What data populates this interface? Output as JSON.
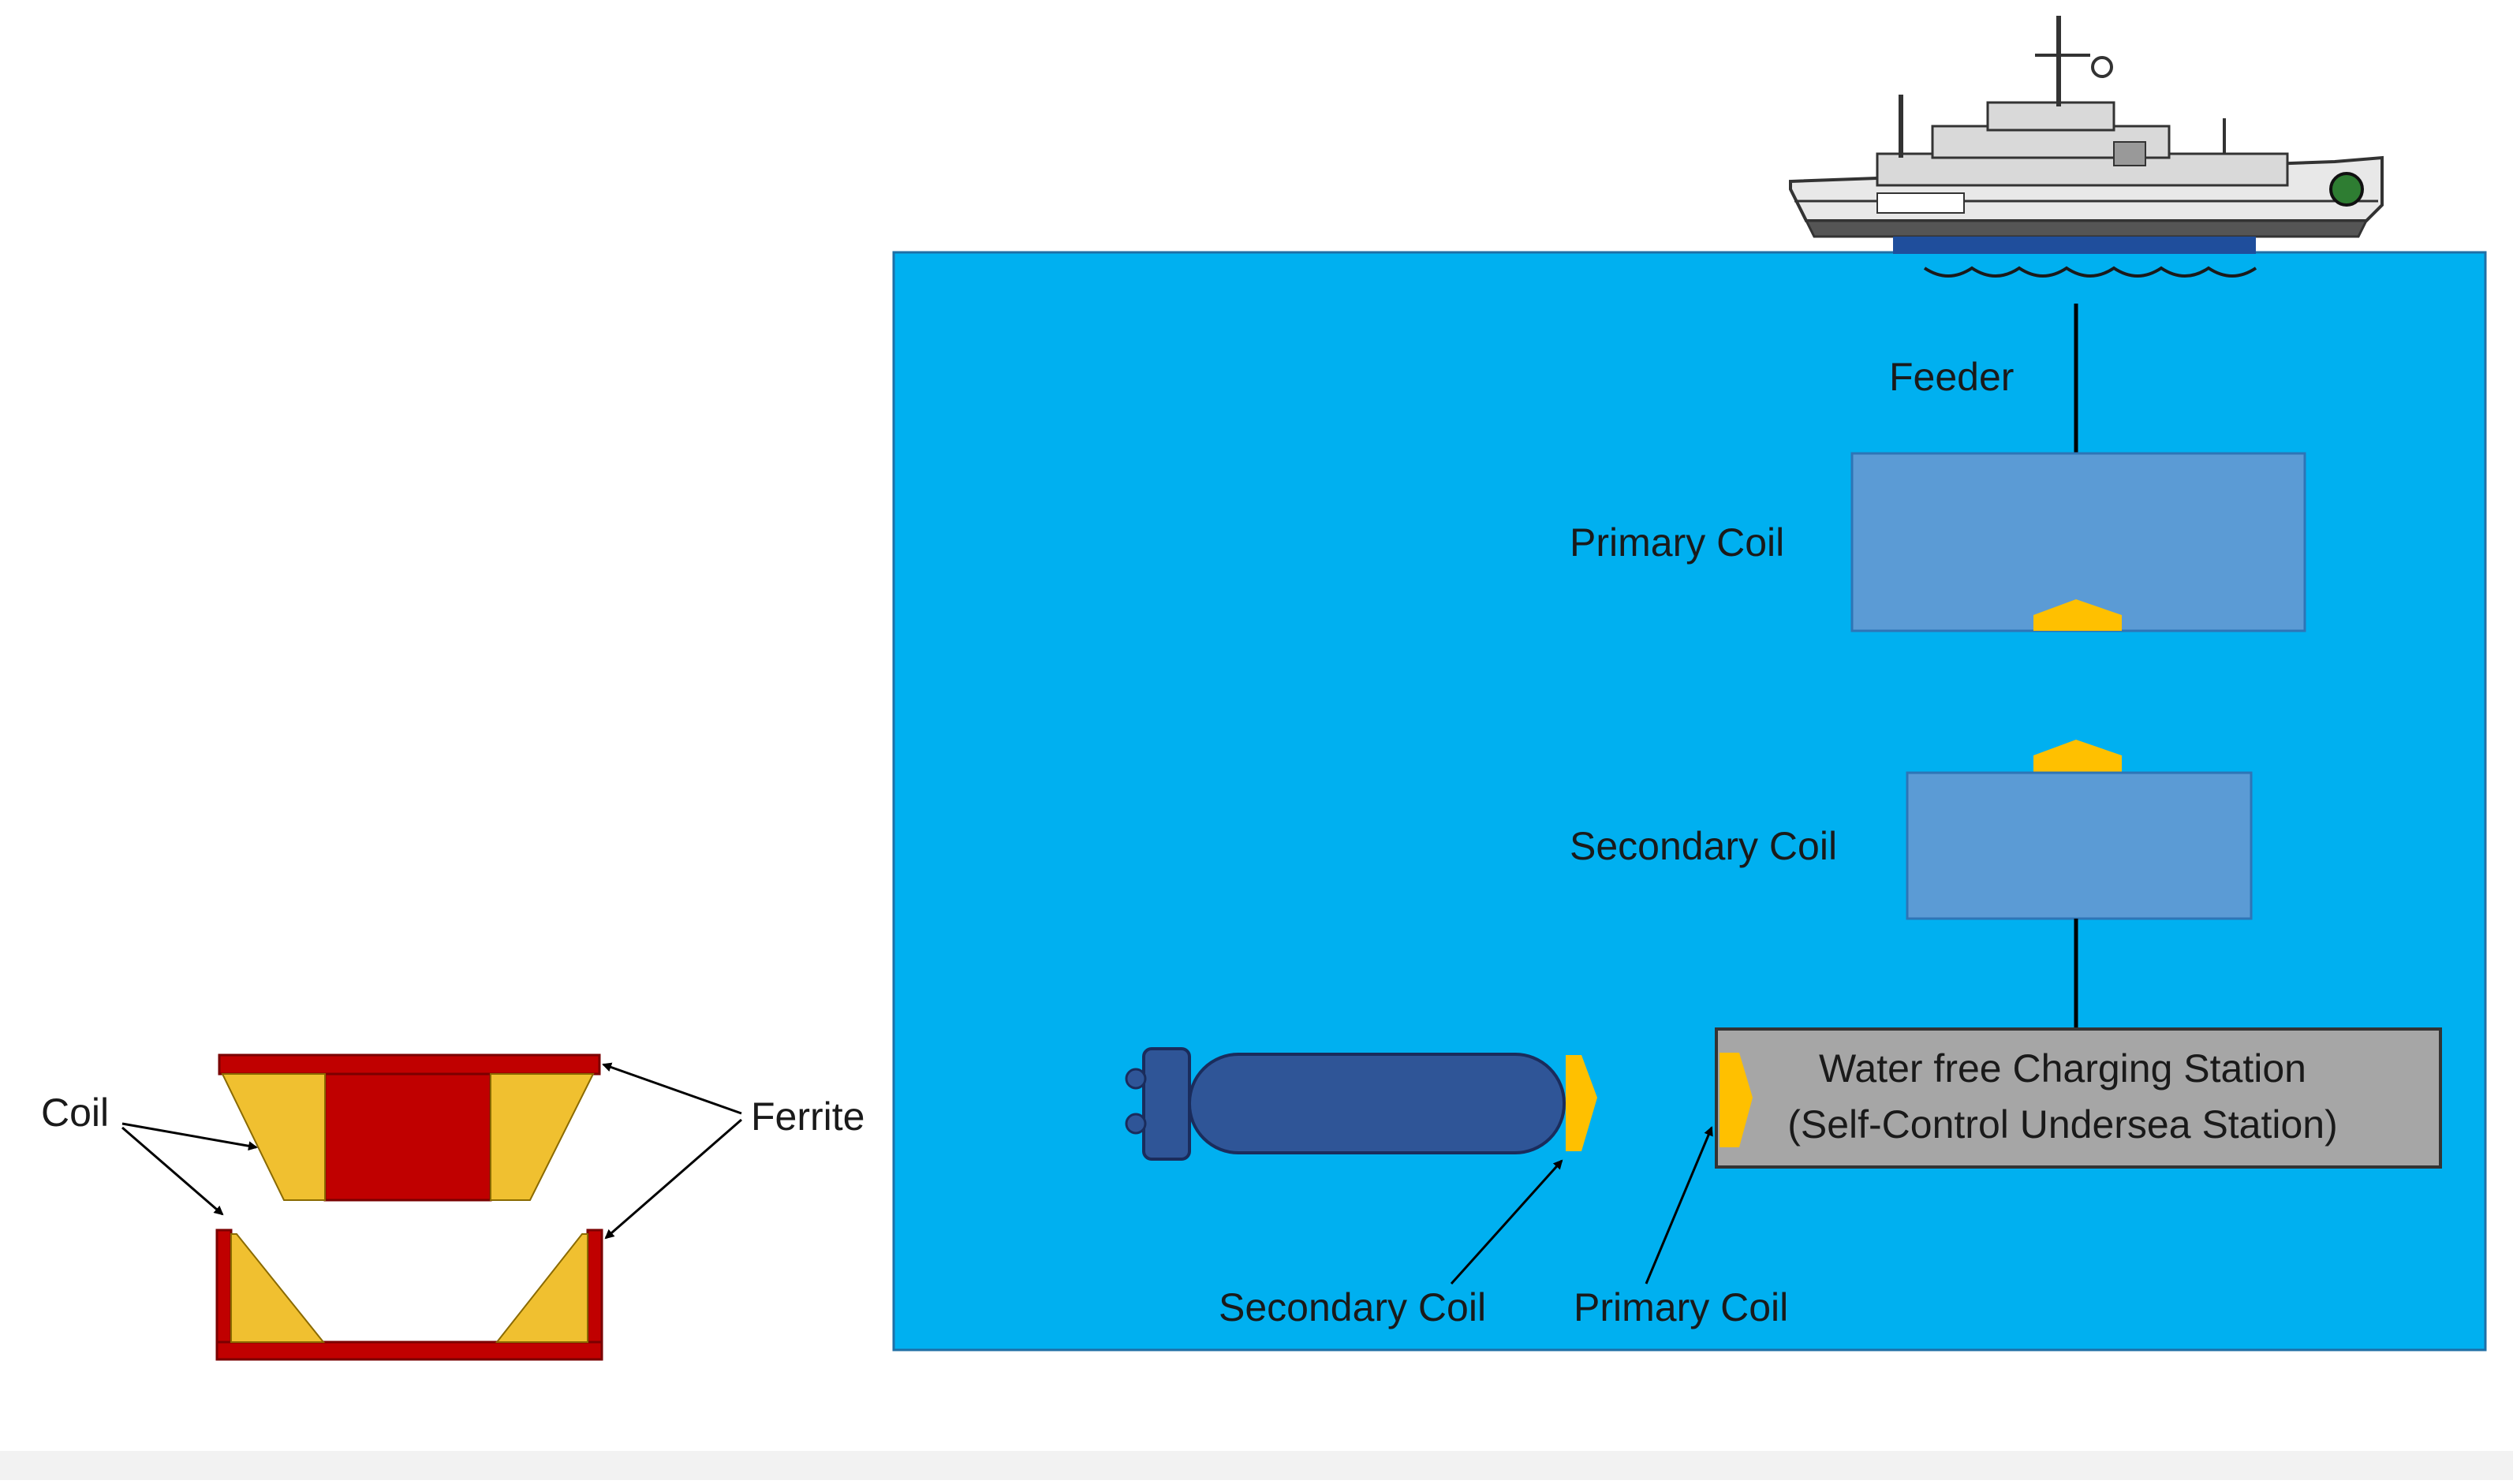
{
  "labels": {
    "feeder": "Feeder",
    "primary_coil_top": "Primary Coil",
    "secondary_coil_mid": "Secondary Coil",
    "station_line1": "Water free Charging Station",
    "station_line2": "(Self-Control Undersea Station)",
    "secondary_coil_bottom": "Secondary Coil",
    "primary_coil_bottom": "Primary Coil",
    "coil": "Coil",
    "ferrite": "Ferrite"
  },
  "colors": {
    "water": "#00b0f0",
    "coil_box": "#5b9bd5",
    "coil_pad": "#ffc000",
    "station": "#a6a6a6",
    "vehicle": "#2f5597",
    "ferrite": "#c00000",
    "coil_winding": "#f0c030",
    "footer_bar": "#f2f2f2"
  },
  "icons": {
    "ship": "ship-icon",
    "vehicle": "underwater-vehicle-icon"
  }
}
